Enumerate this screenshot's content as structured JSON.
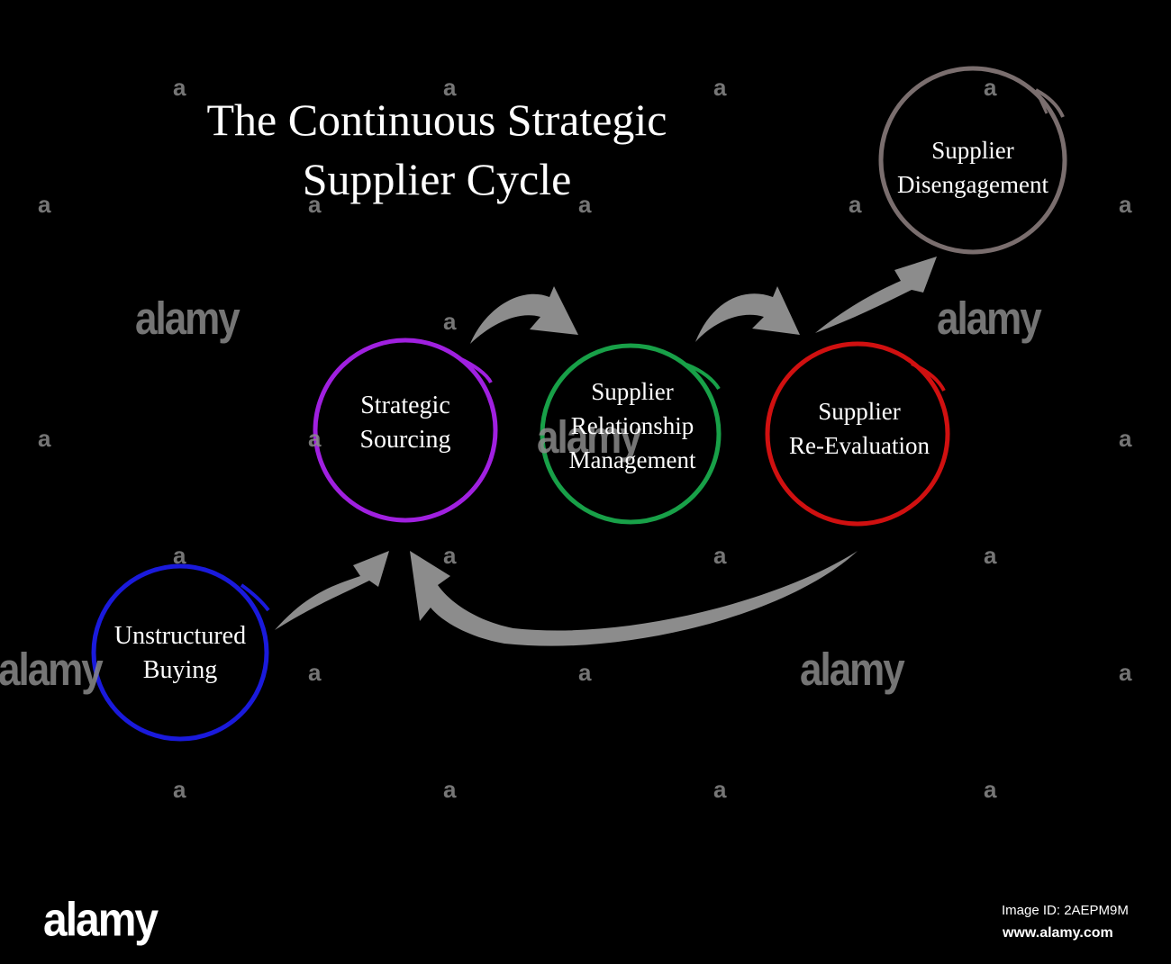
{
  "diagram": {
    "title_line1": "The Continuous Strategic",
    "title_line2": "Supplier Cycle",
    "nodes": [
      {
        "line1": "Unstructured",
        "line2": "Buying",
        "color": "#1a1adc"
      },
      {
        "line1": "Strategic",
        "line2": "Sourcing",
        "color": "#a020e0"
      },
      {
        "line1": "Supplier",
        "line2": "Relationship",
        "line3": "Management",
        "color": "#18a048"
      },
      {
        "line1": "Supplier",
        "line2": "Re-Evaluation",
        "color": "#d01010"
      },
      {
        "line1": "Supplier",
        "line2": "Disengagement",
        "color": "#7a6e6e"
      }
    ],
    "arrow_color": "#8c8c8c"
  },
  "watermark": {
    "word": "alamy",
    "letter": "a",
    "image_id": "Image ID: 2AEPM9M",
    "url": "www.alamy.com"
  }
}
